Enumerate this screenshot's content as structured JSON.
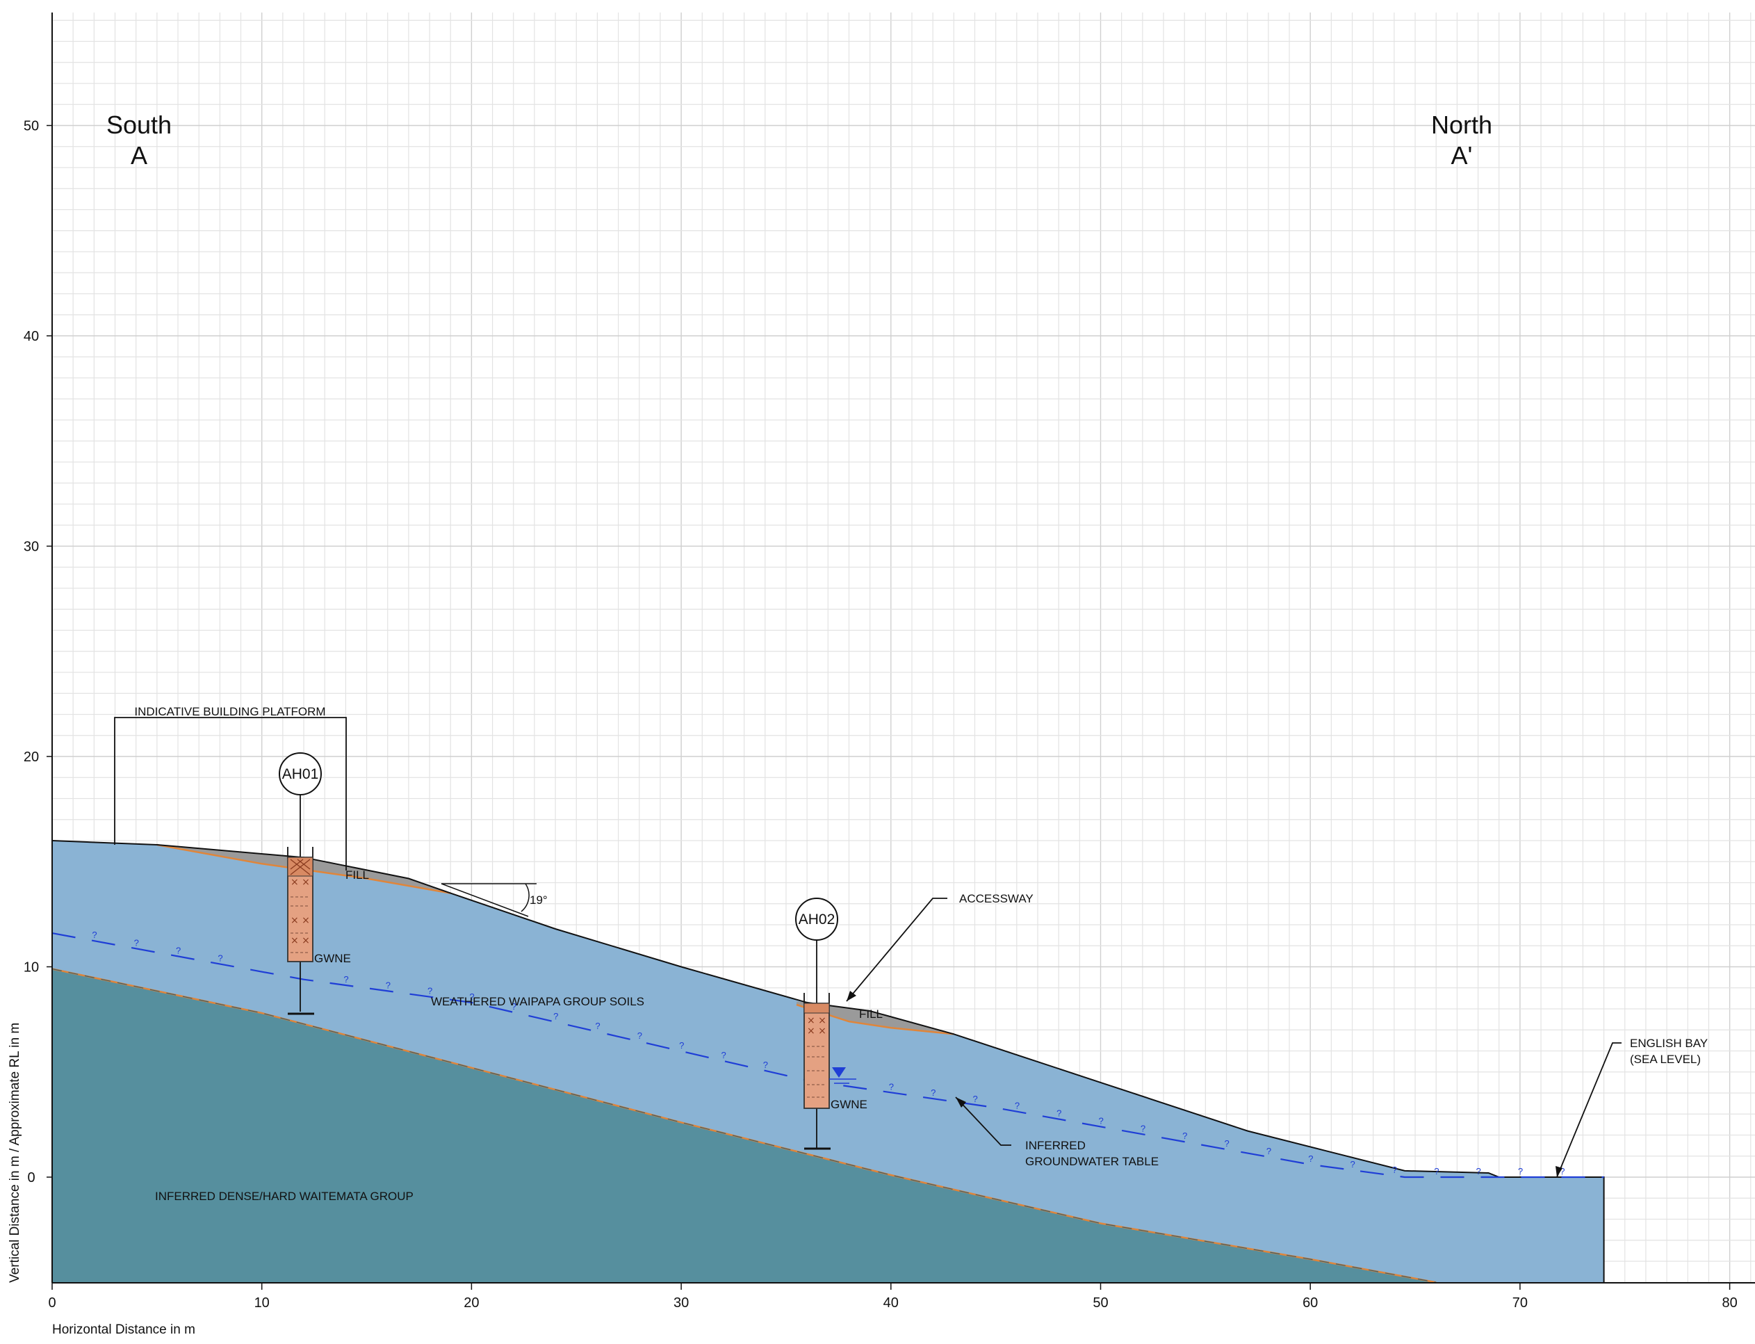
{
  "axes": {
    "x_title": "Horizontal Distance in m",
    "y_title": "Vertical Distance in m / Approximate RL in m",
    "x_ticks": [
      "0",
      "10",
      "20",
      "30",
      "40",
      "50",
      "60",
      "70",
      "80"
    ],
    "y_ticks": [
      "0",
      "10",
      "20",
      "30",
      "40",
      "50"
    ],
    "x_range": [
      0,
      81.5
    ],
    "y_range": [
      -5,
      55
    ]
  },
  "compass": {
    "left_direction": "South",
    "left_section": "A",
    "right_direction": "North",
    "right_section": "A'"
  },
  "boreholes": [
    {
      "id": "AH01",
      "x": 11.8,
      "top_rl": 15.2,
      "water_note": "GWNE"
    },
    {
      "id": "AH02",
      "x": 36.4,
      "top_rl": 8.3,
      "water_note": "GWNE"
    }
  ],
  "labels": {
    "building_platform": "INDICATIVE BUILDING PLATFORM",
    "fill_1": "FILL",
    "fill_2": "FILL",
    "slope_angle": "19°",
    "accessway": "ACCESSWAY",
    "weathered_soils": "WEATHERED WAIPAPA GROUP SOILS",
    "waitemata": "INFERRED DENSE/HARD WAITEMATA GROUP",
    "groundwater_line1": "INFERRED",
    "groundwater_line2": "GROUNDWATER TABLE",
    "english_bay_line1": "ENGLISH BAY",
    "english_bay_line2": "(SEA LEVEL)",
    "water_query": "?"
  },
  "colors": {
    "weathered_soils": "#8ab3d4",
    "waitemata": "#568f9e",
    "fill": "#9a9a9a",
    "contact_line": "#e0853a",
    "groundwater": "#1f3ed6",
    "borehole_log": "#e8a080"
  },
  "profile": {
    "ground_surface": [
      [
        0,
        16
      ],
      [
        5,
        15.8
      ],
      [
        12,
        15.2
      ],
      [
        17,
        14.2
      ],
      [
        19,
        13.5
      ],
      [
        24,
        11.8
      ],
      [
        30,
        10
      ],
      [
        36,
        8.3
      ],
      [
        39,
        7.9
      ],
      [
        43,
        6.8
      ],
      [
        50,
        4.5
      ],
      [
        57,
        2.2
      ],
      [
        64.5,
        0.3
      ],
      [
        68.5,
        0.2
      ],
      [
        69,
        0
      ],
      [
        74,
        0
      ]
    ],
    "waitemata_top": [
      [
        0,
        9.9
      ],
      [
        10,
        7.8
      ],
      [
        20,
        5.2
      ],
      [
        30,
        2.6
      ],
      [
        40,
        0.1
      ],
      [
        50,
        -2.2
      ],
      [
        60,
        -3.9
      ],
      [
        66,
        -5
      ]
    ],
    "groundwater_table": [
      [
        0,
        11.6
      ],
      [
        12,
        9.4
      ],
      [
        20,
        8.3
      ],
      [
        36,
        4.6
      ],
      [
        45,
        3.3
      ],
      [
        60,
        0.6
      ],
      [
        64.5,
        0
      ],
      [
        74,
        0
      ]
    ],
    "fill_1_base": [
      [
        5,
        15.8
      ],
      [
        10,
        14.9
      ],
      [
        15,
        14.2
      ],
      [
        19,
        13.5
      ]
    ],
    "fill_2_base": [
      [
        35.5,
        8.2
      ],
      [
        38,
        7.4
      ],
      [
        40,
        7.1
      ],
      [
        43,
        6.8
      ]
    ],
    "sea_right_edge_x": 74
  }
}
